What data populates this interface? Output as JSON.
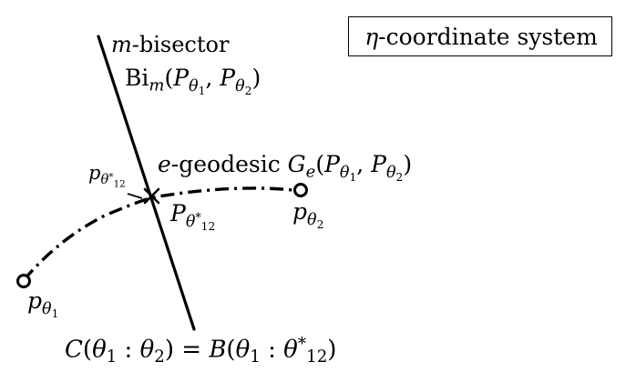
{
  "title_box": {
    "eta": "η",
    "text": "-coordinate system"
  },
  "bisector_label": {
    "m": "m",
    "text": "-bisector"
  },
  "bisector_formula": {
    "bi": "Bi",
    "m": "m",
    "open": "(",
    "P1": "P",
    "theta1": "θ",
    "one": "1",
    "comma": ", ",
    "P2": "P",
    "theta2": "θ",
    "two": "2",
    "close": ")"
  },
  "geodesic_label": {
    "e": "e",
    "text": "-geodesic ",
    "G": "G",
    "e_sub": "e",
    "open": "(",
    "P1": "P",
    "theta1": "θ",
    "one": "1",
    "comma": ", ",
    "P2": "P",
    "theta2": "θ",
    "two": "2",
    "close": ")"
  },
  "point_p1": {
    "p": "p",
    "theta": "θ",
    "sub": "1"
  },
  "point_p2": {
    "p": "p",
    "theta": "θ",
    "sub": "2"
  },
  "point_p12_small": {
    "p": "p",
    "theta": "θ",
    "star": "*",
    "sub": "12"
  },
  "point_P12": {
    "P": "P",
    "theta": "θ",
    "star": "*",
    "sub": "12"
  },
  "bottom_formula": {
    "C": "C",
    "open1": "(",
    "theta1a": "θ",
    "one_a": "1",
    "colon1": " : ",
    "theta2": "θ",
    "two": "2",
    "close1": ")",
    "equals": " = ",
    "B": "B",
    "open2": "(",
    "theta1b": "θ",
    "one_b": "1",
    "colon2": " : ",
    "theta12": "θ",
    "star": "*",
    "sub12": "12",
    "close2": ")"
  }
}
